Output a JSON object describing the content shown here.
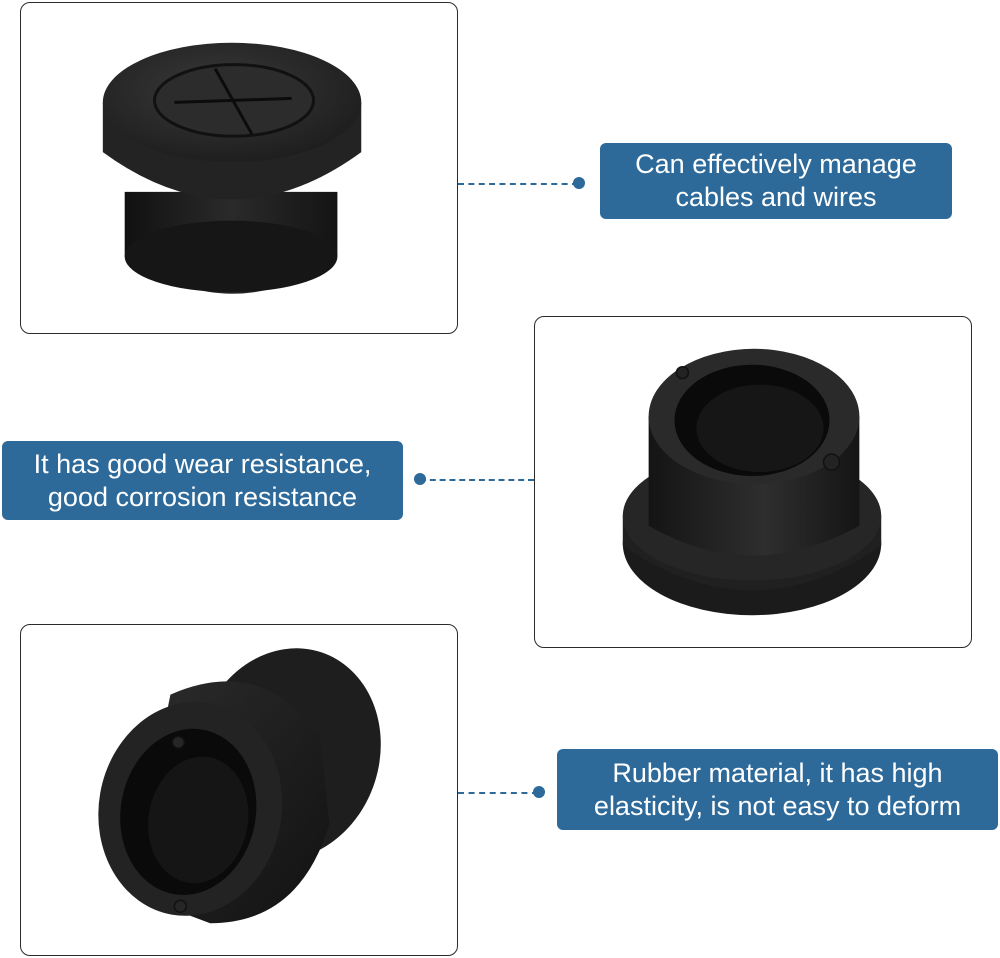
{
  "features": [
    {
      "lines": [
        "Can effectively manage",
        "cables and wires"
      ]
    },
    {
      "lines": [
        "It has good wear resistance,",
        "good corrosion resistance"
      ]
    },
    {
      "lines": [
        "Rubber material,  it has high",
        "elasticity, is not easy to deform"
      ]
    }
  ],
  "photos": [
    {
      "subject": "black rubber grommet with cross-slit membrane, top view"
    },
    {
      "subject": "black rubber grommet, open bore, flange down"
    },
    {
      "subject": "black rubber grommet, open bore, angled side view"
    }
  ],
  "colors": {
    "label_bg": "#2d6a9a",
    "label_text": "#ffffff",
    "card_border": "#2b2b2b",
    "rubber": "#1e1e1e"
  }
}
